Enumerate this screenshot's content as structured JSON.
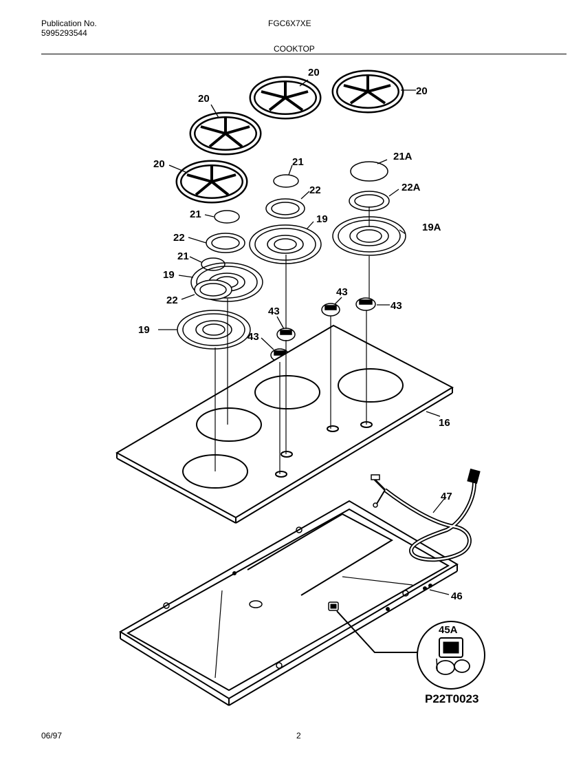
{
  "header": {
    "publication_label": "Publication No.",
    "publication_number": "5995293544",
    "model": "FGC6X7XE",
    "section": "COOKTOP"
  },
  "footer": {
    "date": "06/97",
    "page": "2"
  },
  "diagram": {
    "figure_code": "P22T0023",
    "part_labels": {
      "grate_a": "20",
      "grate_b": "20",
      "grate_c": "20",
      "grate_d": "20",
      "cap_21a": "21A",
      "cap_mid": "21",
      "cap_left_upper": "21",
      "cap_left_lower": "21",
      "head_22a": "22A",
      "head_mid": "22",
      "head_left_upper": "22",
      "head_left_lower": "22",
      "bowl_19a": "19A",
      "bowl_mid": "19",
      "bowl_left_upper": "19",
      "bowl_left_lower": "19",
      "knob_left": "43",
      "knob_mid": "43",
      "knob_right_a": "43",
      "knob_right_b": "43",
      "cooktop": "16",
      "cord": "47",
      "pan": "46",
      "ignitor_module": "45A"
    }
  }
}
